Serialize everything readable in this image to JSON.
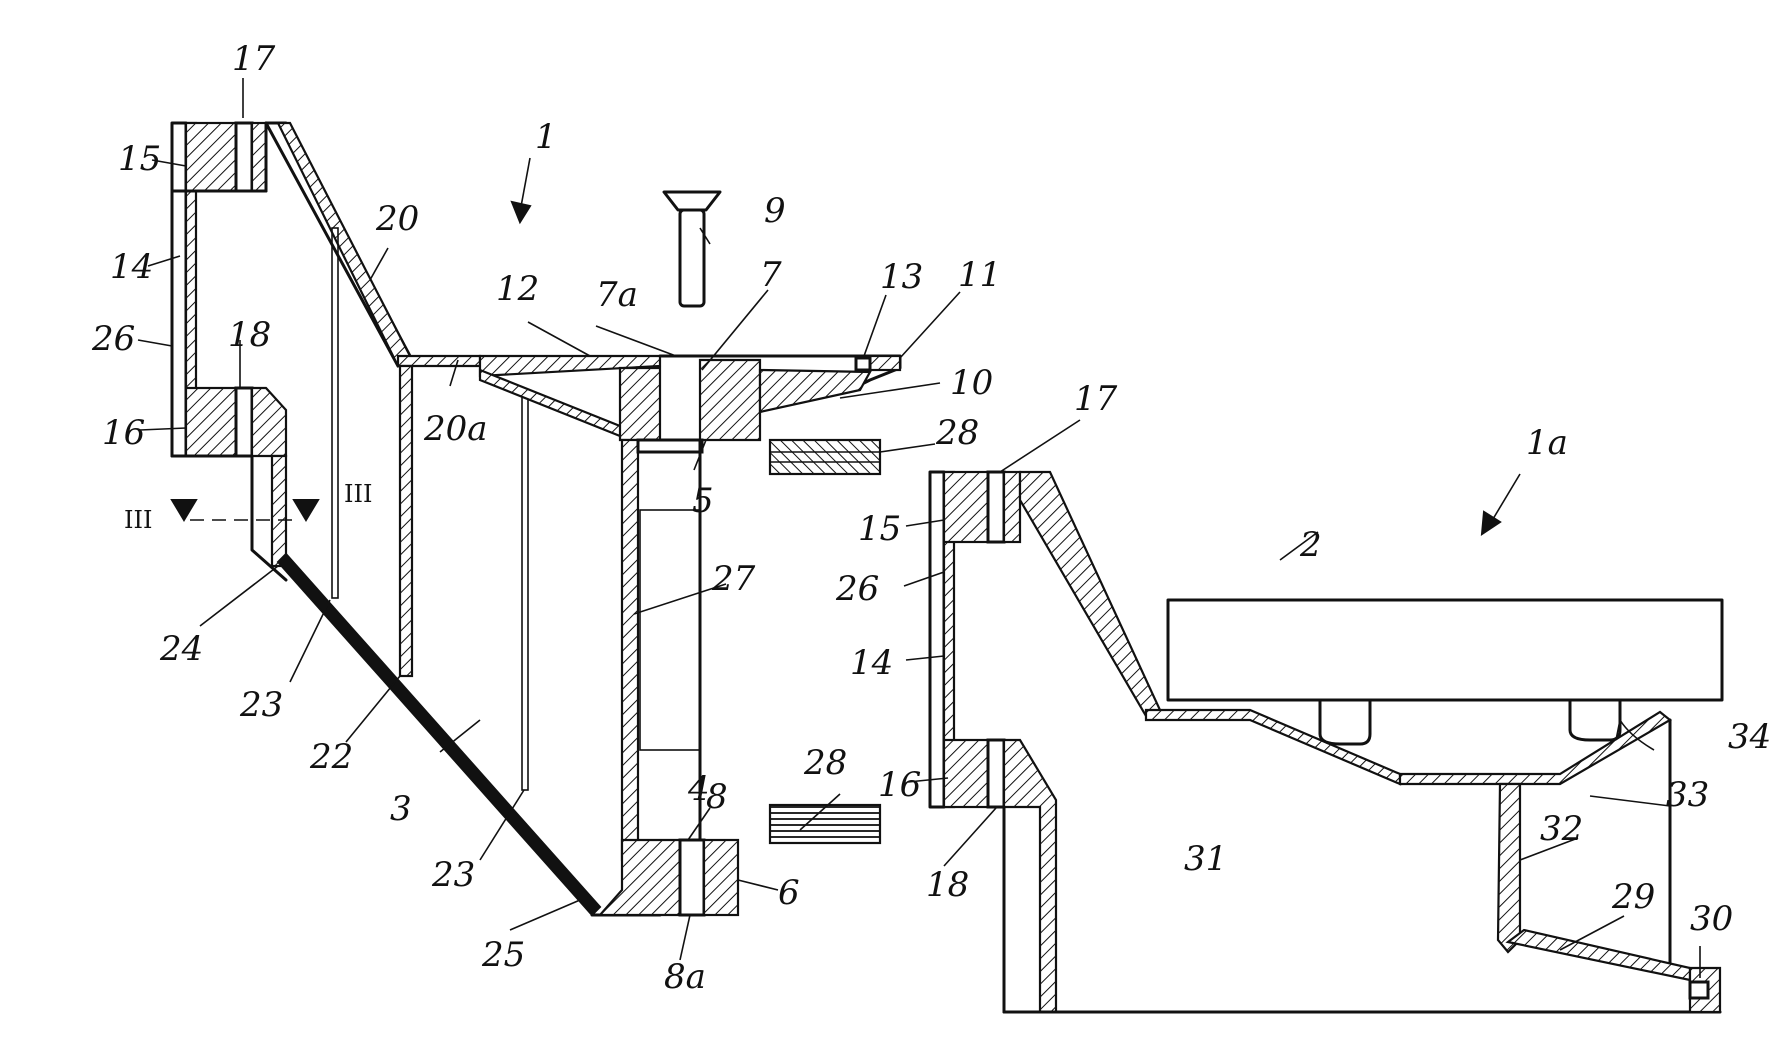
{
  "figure": {
    "labels": {
      "l1": "1",
      "l1a": "1a",
      "l2": "2",
      "l3": "3",
      "l4": "4",
      "l5": "5",
      "l6": "6",
      "l7": "7",
      "l7a": "7a",
      "l8": "8",
      "l8a": "8a",
      "l9": "9",
      "l10": "10",
      "l11": "11",
      "l12": "12",
      "l13": "13",
      "l14a": "14",
      "l14b": "14",
      "l15a": "15",
      "l15b": "15",
      "l16a": "16",
      "l16b": "16",
      "l17a": "17",
      "l17b": "17",
      "l18a": "18",
      "l18b": "18",
      "l20": "20",
      "l20a": "20a",
      "l22": "22",
      "l23a": "23",
      "l23b": "23",
      "l24": "24",
      "l25": "25",
      "l26a": "26",
      "l26b": "26",
      "l27": "27",
      "l28a": "28",
      "l28b": "28",
      "l29": "29",
      "l30": "30",
      "l31": "31",
      "l32": "32",
      "l33": "33",
      "l34": "34",
      "lIIIa": "III",
      "lIIIb": "III"
    }
  }
}
